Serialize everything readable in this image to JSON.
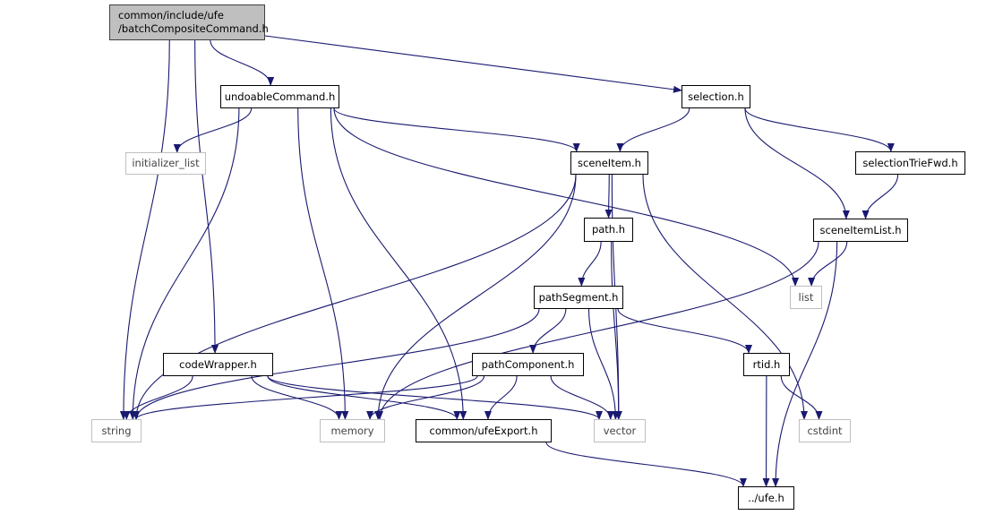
{
  "colors": {
    "edge": "#191970",
    "root_fill": "#bfbfbf",
    "external_border": "#bfbfbf"
  },
  "nodes": [
    {
      "id": "batch",
      "label": "common/include/ufe\n/batchCompositeCommand.h",
      "kind": "root"
    },
    {
      "id": "undoable",
      "label": "undoableCommand.h",
      "kind": "file"
    },
    {
      "id": "selection",
      "label": "selection.h",
      "kind": "file"
    },
    {
      "id": "initializer_list",
      "label": "initializer_list",
      "kind": "external"
    },
    {
      "id": "sceneItem",
      "label": "sceneItem.h",
      "kind": "file"
    },
    {
      "id": "selectionTrieFwd",
      "label": "selectionTrieFwd.h",
      "kind": "file"
    },
    {
      "id": "path",
      "label": "path.h",
      "kind": "file"
    },
    {
      "id": "sceneItemList",
      "label": "sceneItemList.h",
      "kind": "file"
    },
    {
      "id": "list",
      "label": "list",
      "kind": "external"
    },
    {
      "id": "pathSegment",
      "label": "pathSegment.h",
      "kind": "file"
    },
    {
      "id": "codeWrapper",
      "label": "codeWrapper.h",
      "kind": "file"
    },
    {
      "id": "pathComponent",
      "label": "pathComponent.h",
      "kind": "file"
    },
    {
      "id": "rtid",
      "label": "rtid.h",
      "kind": "file"
    },
    {
      "id": "string",
      "label": "string",
      "kind": "external"
    },
    {
      "id": "memory",
      "label": "memory",
      "kind": "external"
    },
    {
      "id": "ufeExport",
      "label": "common/ufeExport.h",
      "kind": "file"
    },
    {
      "id": "vector",
      "label": "vector",
      "kind": "external"
    },
    {
      "id": "cstdint",
      "label": "cstdint",
      "kind": "external"
    },
    {
      "id": "ufe",
      "label": "../ufe.h",
      "kind": "file"
    }
  ],
  "edges": [
    [
      "batch",
      "string"
    ],
    [
      "batch",
      "codeWrapper"
    ],
    [
      "batch",
      "undoable"
    ],
    [
      "batch",
      "selection"
    ],
    [
      "undoable",
      "initializer_list"
    ],
    [
      "undoable",
      "string"
    ],
    [
      "undoable",
      "memory"
    ],
    [
      "undoable",
      "ufeExport"
    ],
    [
      "undoable",
      "sceneItem"
    ],
    [
      "undoable",
      "list"
    ],
    [
      "selection",
      "sceneItem"
    ],
    [
      "selection",
      "sceneItemList"
    ],
    [
      "selection",
      "selectionTrieFwd"
    ],
    [
      "selectionTrieFwd",
      "sceneItemList"
    ],
    [
      "sceneItem",
      "string"
    ],
    [
      "sceneItem",
      "memory"
    ],
    [
      "sceneItem",
      "path"
    ],
    [
      "sceneItem",
      "vector"
    ],
    [
      "sceneItem",
      "cstdint"
    ],
    [
      "path",
      "pathSegment"
    ],
    [
      "path",
      "vector"
    ],
    [
      "sceneItemList",
      "memory"
    ],
    [
      "sceneItemList",
      "list"
    ],
    [
      "sceneItemList",
      "ufe"
    ],
    [
      "pathSegment",
      "string"
    ],
    [
      "pathSegment",
      "pathComponent"
    ],
    [
      "pathSegment",
      "vector"
    ],
    [
      "pathSegment",
      "rtid"
    ],
    [
      "codeWrapper",
      "string"
    ],
    [
      "codeWrapper",
      "memory"
    ],
    [
      "codeWrapper",
      "ufeExport"
    ],
    [
      "codeWrapper",
      "vector"
    ],
    [
      "pathComponent",
      "string"
    ],
    [
      "pathComponent",
      "memory"
    ],
    [
      "pathComponent",
      "ufeExport"
    ],
    [
      "pathComponent",
      "vector"
    ],
    [
      "rtid",
      "cstdint"
    ],
    [
      "rtid",
      "ufe"
    ],
    [
      "ufeExport",
      "ufe"
    ]
  ]
}
